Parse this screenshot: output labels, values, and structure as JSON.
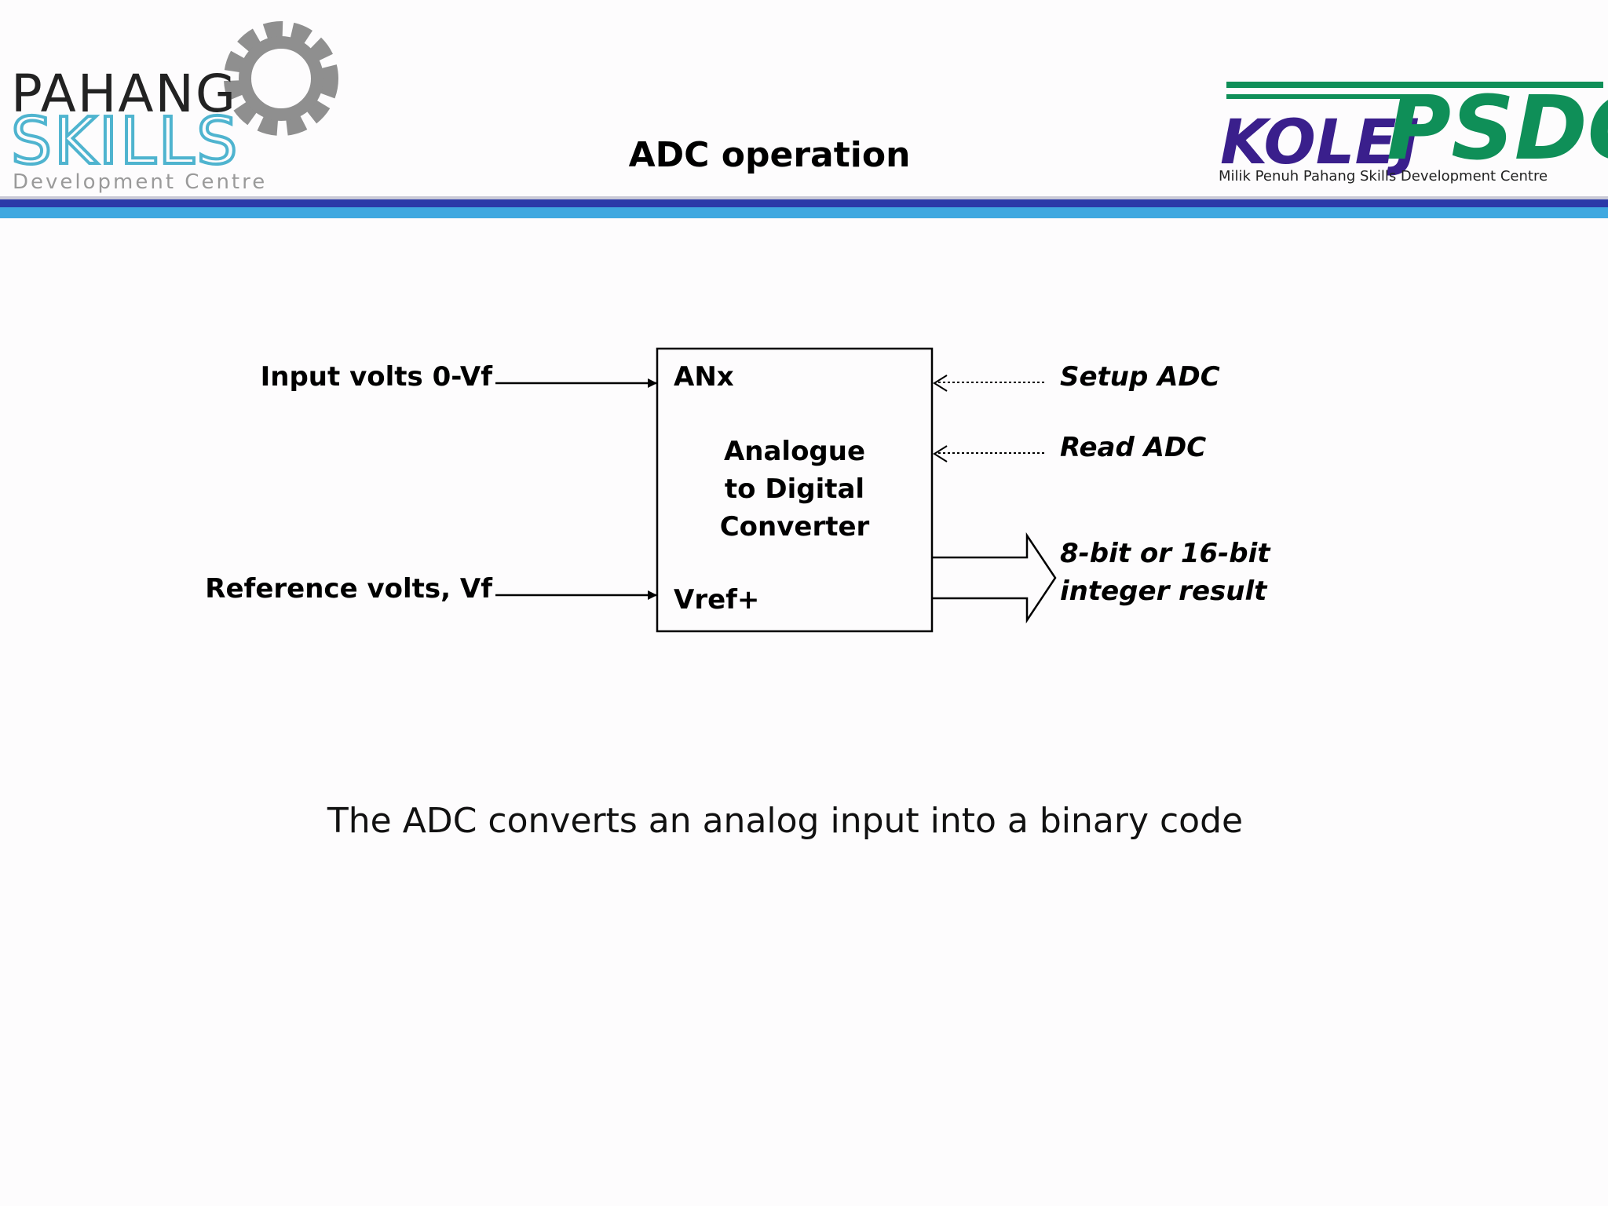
{
  "slide": {
    "title": "ADC operation",
    "caption": "The ADC converts an analog input into a binary code"
  },
  "logos": {
    "left": {
      "line1": "PAHANG",
      "line2": "SKILLS",
      "line3": "Development Centre"
    },
    "right": {
      "word1": "KOLEJ",
      "word2": "PSDC",
      "tagline": "Milik Penuh Pahang Skills Development Centre"
    }
  },
  "diagram": {
    "block_label_line1": "Analogue",
    "block_label_line2": "to Digital",
    "block_label_line3": "Converter",
    "pin_top": "ANx",
    "pin_bottom": "Vref+",
    "input_top": "Input volts 0-Vf",
    "input_bottom": "Reference volts, Vf",
    "control_1": "Setup ADC",
    "control_2": "Read ADC",
    "output_line1": "8-bit or 16-bit",
    "output_line2": "integer result"
  },
  "colors": {
    "band_dark": "#2b3aa8",
    "band_light": "#3fa8e0",
    "logo_green": "#0f8f58",
    "logo_purple": "#3a1f8c",
    "logo_blue": "#4fb4cf"
  }
}
